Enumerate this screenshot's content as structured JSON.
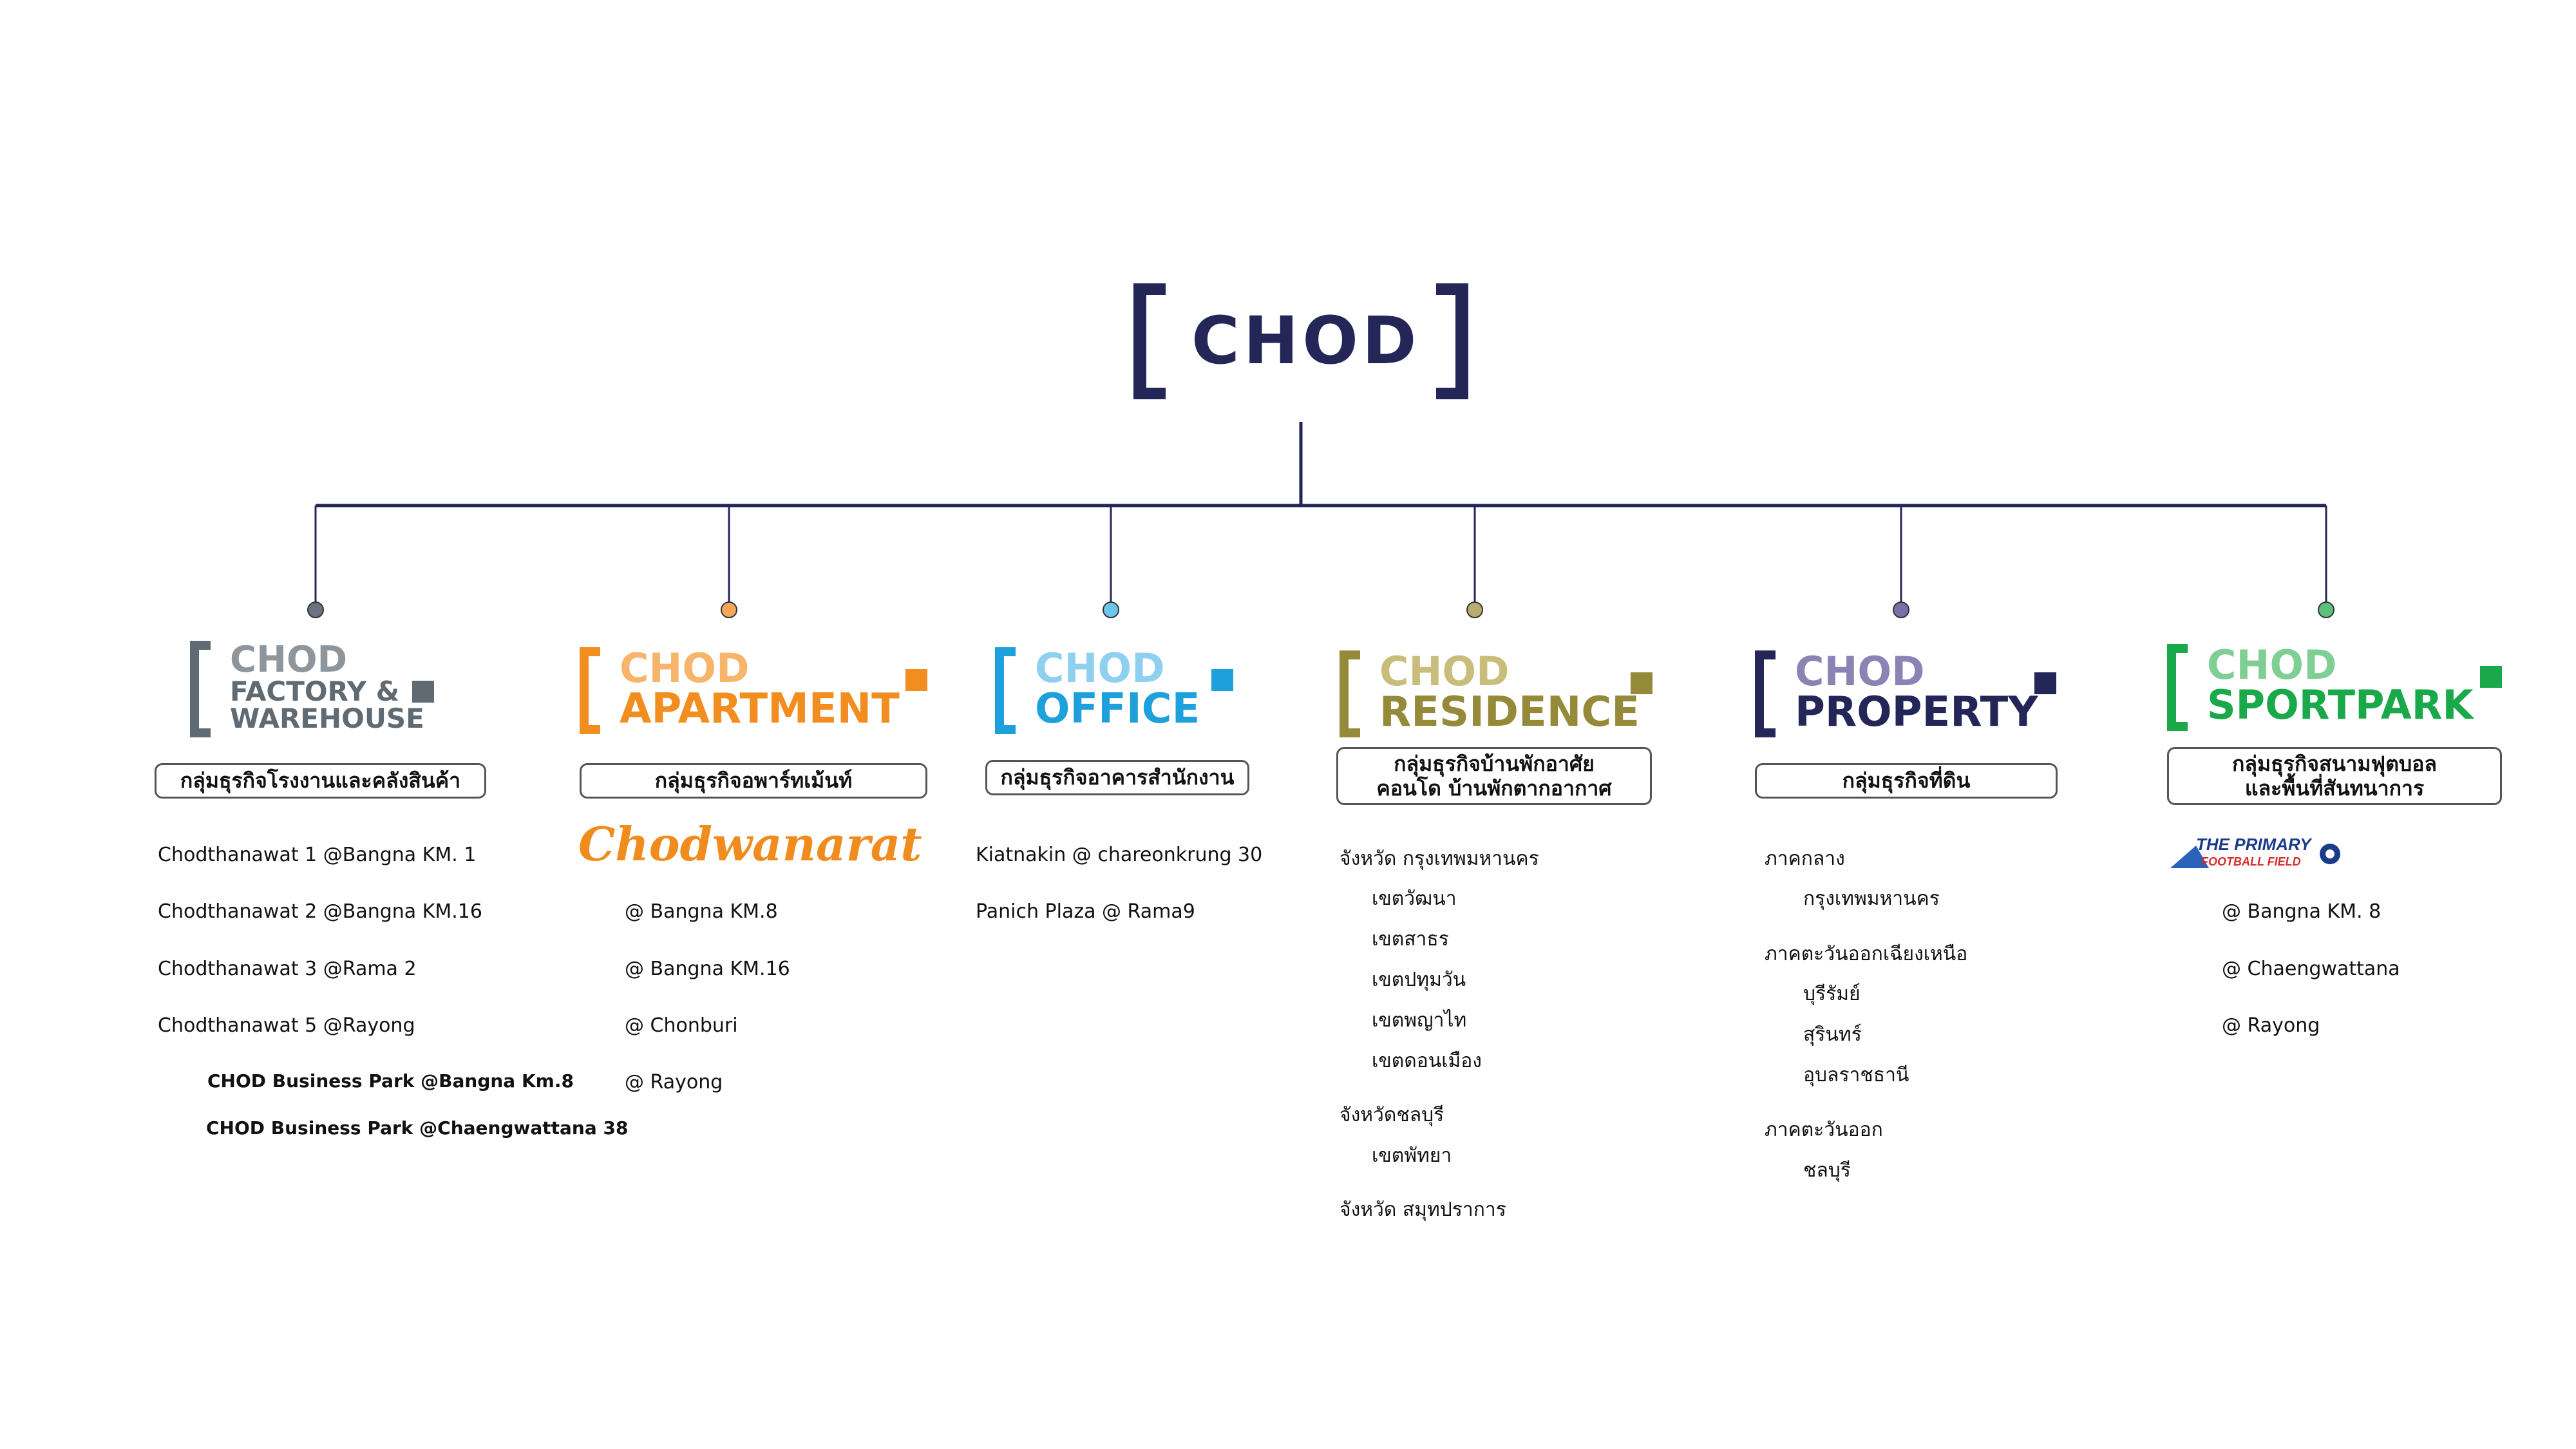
{
  "main": {
    "logo_text": "CHOD",
    "color": "#252658"
  },
  "divisions": [
    {
      "id": "factory",
      "logo_line1": "CHOD",
      "logo_line2": "FACTORY &",
      "logo_line3": "WAREHOUSE",
      "color": "#5f6a73",
      "label": "กลุ่มธุรกิจโรงงานและคลังสินค้า",
      "items": [
        "Chodthanawat 1 @Bangna KM. 1",
        "Chodthanawat 2 @Bangna KM.16",
        "Chodthanawat 3 @Rama 2",
        "Chodthanawat 5 @Rayong"
      ],
      "sub_items": [
        "CHOD Business Park @Bangna Km.8",
        "CHOD Business Park @Chaengwattana 38"
      ]
    },
    {
      "id": "apartment",
      "logo_line1": "CHOD",
      "logo_line2": "APARTMENT",
      "color": "#f28d1f",
      "label": "กลุ่มธุรกิจอพาร์ทเม้นท์",
      "brand_logo_text": "Chodwanarat",
      "items": [
        "@ Bangna KM.8",
        "@ Bangna KM.16",
        "@ Chonburi",
        "@ Rayong"
      ]
    },
    {
      "id": "office",
      "logo_line1": "CHOD",
      "logo_line2": "OFFICE",
      "color": "#1ea0dc",
      "label": "กลุ่มธุรกิจอาคารสำนักงาน",
      "items": [
        "Kiatnakin @ chareonkrung 30",
        "Panich Plaza @ Rama9"
      ]
    },
    {
      "id": "residence",
      "logo_line1": "CHOD",
      "logo_line2": "RESIDENCE",
      "color": "#958a3a",
      "label_line1": "กลุ่มธุรกิจบ้านพักอาศัย",
      "label_line2": "คอนโด บ้านพักตากอากาศ",
      "groups": [
        {
          "title": "จังหวัด กรุงเทพมหานคร",
          "items": [
            "เขตวัฒนา",
            "เขตสาธร",
            "เขตปทุมวัน",
            "เขตพญาไท",
            "เขตดอนเมือง"
          ]
        },
        {
          "title": "จังหวัดชลบุรี",
          "items": [
            "เขตพัทยา"
          ]
        },
        {
          "title": "จังหวัด สมุทปราการ",
          "items": []
        }
      ]
    },
    {
      "id": "property",
      "logo_line1": "CHOD",
      "logo_line2": "PROPERTY",
      "color": "#252658",
      "label": "กลุ่มธุรกิจที่ดิน",
      "groups": [
        {
          "title": "ภาคกลาง",
          "items": [
            "กรุงเทพมหานคร"
          ]
        },
        {
          "title": "ภาคตะวันออกเฉียงเหนือ",
          "items": [
            "บุรีรัมย์",
            "สุรินทร์",
            "อุบลราชธานี"
          ]
        },
        {
          "title": "ภาคตะวันออก",
          "items": [
            "ชลบุรี"
          ]
        }
      ]
    },
    {
      "id": "sportpark",
      "logo_line1": "CHOD",
      "logo_line2": "SPORTPARK",
      "color": "#1aa94a",
      "label_line1": "กลุ่มธุรกิจสนามฟุตบอล",
      "label_line2": "และพื้นที่สันทนาการ",
      "brand_logo_line1": "THE PRIMARY",
      "brand_logo_line2": "FOOTBALL FIELD",
      "items": [
        "@ Bangna KM. 8",
        "@ Chaengwattana",
        "@ Rayong"
      ]
    }
  ],
  "connector_dot_colors": [
    "#6b7280",
    "#f5a85a",
    "#6ec6ee",
    "#b8ad6b",
    "#7b6fa8",
    "#5cc07a"
  ]
}
